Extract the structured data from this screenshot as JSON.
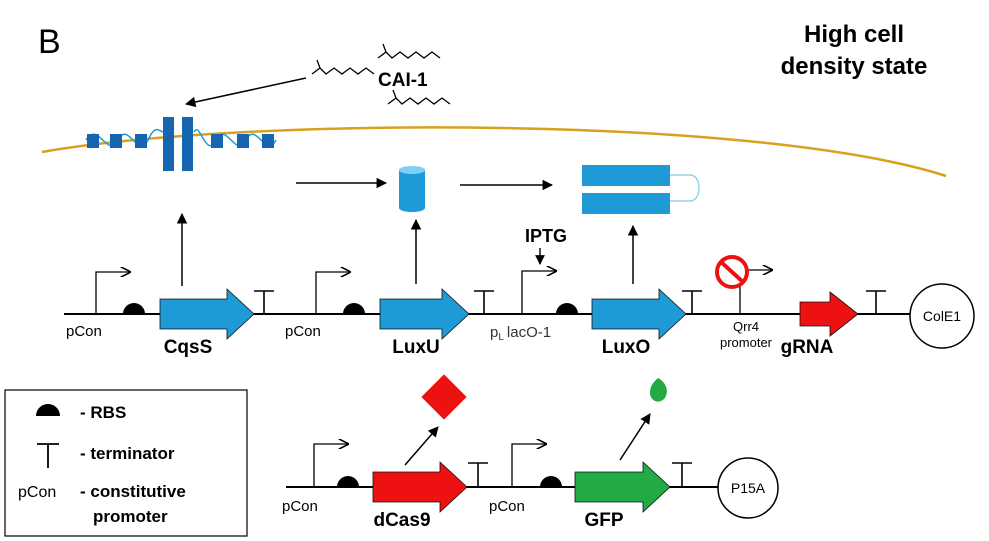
{
  "panel_label": "B",
  "state_title_line1": "High cell",
  "state_title_line2": "density state",
  "signal_molecule": "CAI-1",
  "inducer": "IPTG",
  "genes": {
    "cqss": "CqsS",
    "luxu": "LuxU",
    "luxo": "LuxO",
    "grna": "gRNA",
    "dcas9": "dCas9",
    "gfp": "GFP"
  },
  "promoters": {
    "pcon": "pCon",
    "plac_p": "p",
    "plac_sub": "L",
    "plac_rest": "lacO-1",
    "qrr4_line1": "Qrr4",
    "qrr4_line2": "promoter"
  },
  "origins": {
    "top": "ColE1",
    "bottom": "P15A"
  },
  "legend": {
    "rbs": "- RBS",
    "terminator": "- terminator",
    "pcon_symbol": "pCon",
    "constitutive_line1": "- constitutive",
    "constitutive_line2": "promoter"
  },
  "colors": {
    "blue": "#1e9ad6",
    "dark_blue": "#1565b0",
    "membrane": "#d9a020",
    "red": "#ee1111",
    "green": "#22aa44"
  }
}
